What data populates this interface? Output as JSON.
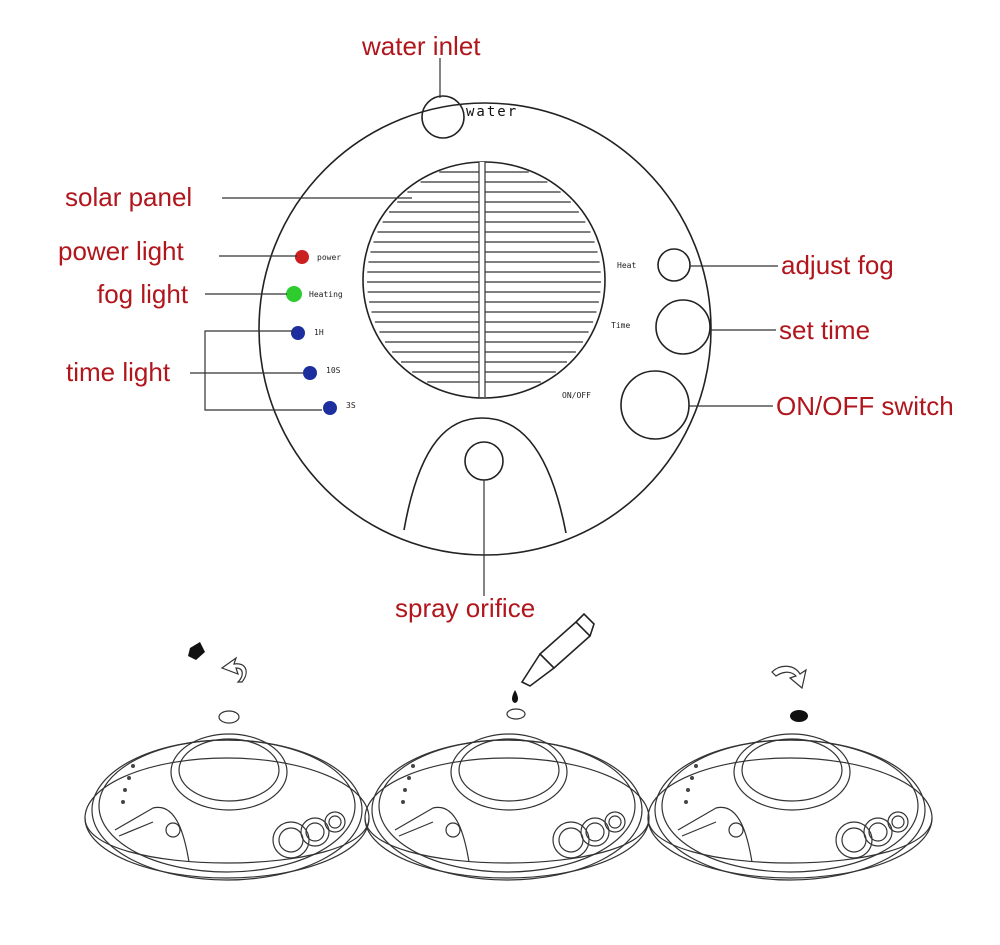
{
  "callouts": {
    "water_inlet": "water inlet",
    "solar_panel": "solar panel",
    "power_light": "power  light",
    "fog_light": "fog light",
    "time_light": "time light",
    "adjust_fog": "adjust fog",
    "set_time": "set time",
    "on_off_switch": "ON/OFF switch",
    "spray_orifice": "spray orifice"
  },
  "device_labels": {
    "water": "water",
    "power": "power",
    "heating": "Heating",
    "timer_1h": "1H",
    "timer_10s": "10S",
    "timer_3s": "3S",
    "heat": "Heat",
    "time": "Time",
    "on_off": "ON/OFF"
  },
  "colors": {
    "callout_text": "#b0161c",
    "power_led": "#cc1f1f",
    "fog_led": "#2ecc2e",
    "time_led": "#1d2f9e"
  }
}
